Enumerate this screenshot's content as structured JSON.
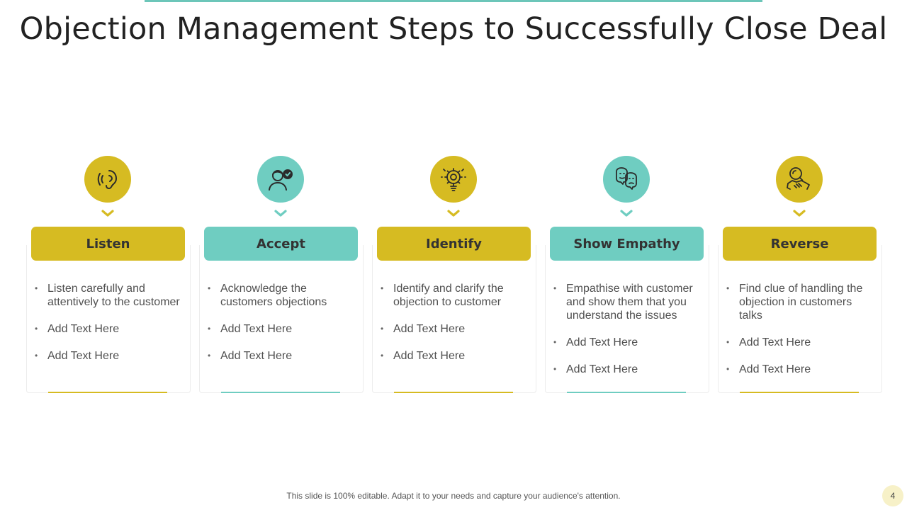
{
  "title": "Objection Management Steps to Successfully Close Deal",
  "colors": {
    "gold": "#d6bb22",
    "teal": "#6fcdc1",
    "top_rule": "#6cc6b9"
  },
  "steps": [
    {
      "label": "Listen",
      "icon": "ear-icon",
      "color": "#d6bb22",
      "bullets": [
        "Listen carefully and attentively to the customer",
        "Add Text Here",
        "Add Text Here"
      ]
    },
    {
      "label": "Accept",
      "icon": "user-check-icon",
      "color": "#6fcdc1",
      "bullets": [
        "Acknowledge the customers objections",
        "Add Text Here",
        "Add Text Here"
      ]
    },
    {
      "label": "Identify",
      "icon": "lightbulb-gear-icon",
      "color": "#d6bb22",
      "bullets": [
        "Identify and clarify the objection to customer",
        "Add Text Here",
        "Add Text Here"
      ]
    },
    {
      "label": "Show Empathy",
      "icon": "empathy-faces-icon",
      "color": "#6fcdc1",
      "bullets": [
        "Empathise with customer and show them that you understand the issues",
        "Add Text Here",
        "Add Text Here"
      ]
    },
    {
      "label": "Reverse",
      "icon": "magnifier-handshake-icon",
      "color": "#d6bb22",
      "bullets": [
        "Find clue of handling the objection in customers talks",
        "Add Text Here",
        "Add Text Here"
      ]
    }
  ],
  "footer": "This slide is 100% editable. Adapt it to your needs and capture your audience's attention.",
  "page_number": "4"
}
